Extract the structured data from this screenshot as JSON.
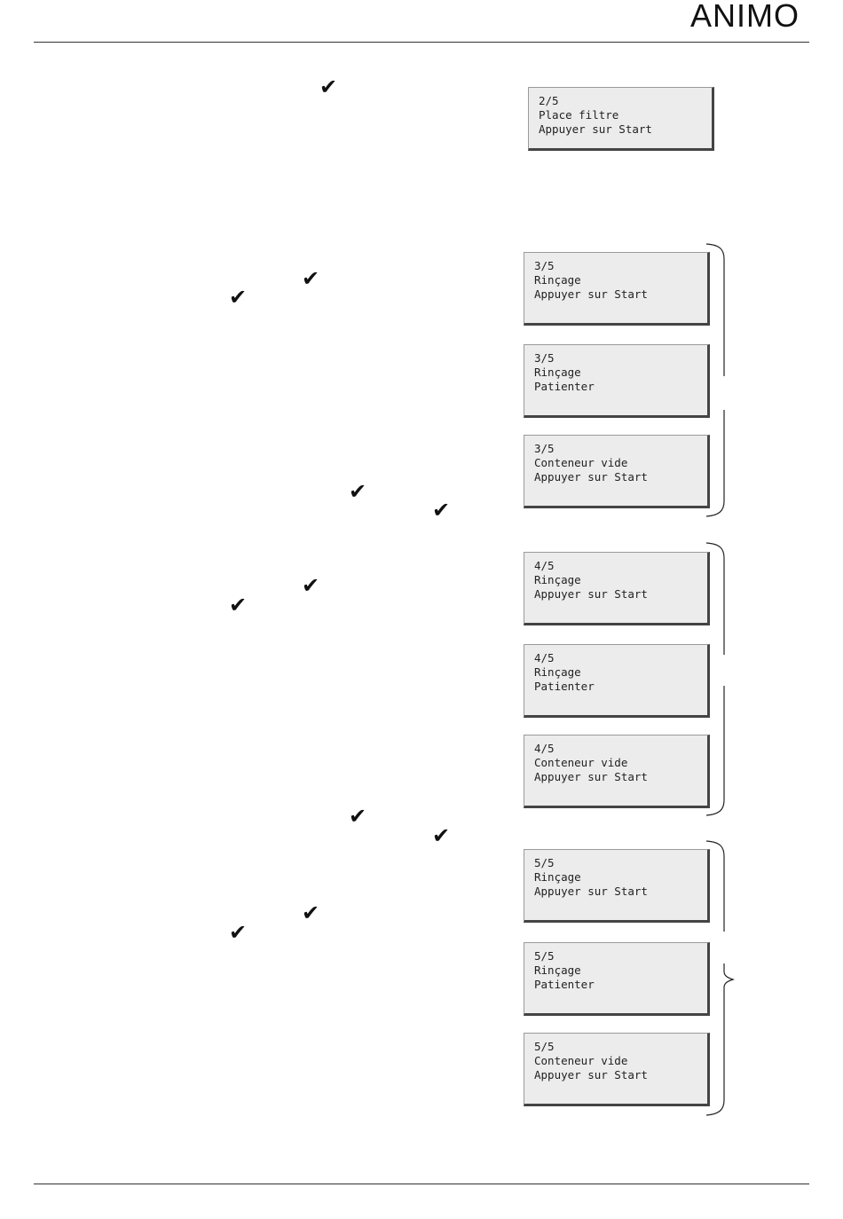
{
  "header": {
    "logo": "ANIMO"
  },
  "screens": [
    {
      "l1": "2/5",
      "l2": "Place filtre",
      "l3": "Appuyer sur Start"
    },
    {
      "l1": "3/5",
      "l2": "Rinçage",
      "l3": "Appuyer sur Start"
    },
    {
      "l1": "3/5",
      "l2": "Rinçage",
      "l3": "Patienter"
    },
    {
      "l1": "3/5",
      "l2": "Conteneur vide",
      "l3": "Appuyer sur Start"
    },
    {
      "l1": "4/5",
      "l2": "Rinçage",
      "l3": "Appuyer sur Start"
    },
    {
      "l1": "4/5",
      "l2": "Rinçage",
      "l3": "Patienter"
    },
    {
      "l1": "4/5",
      "l2": "Conteneur vide",
      "l3": "Appuyer sur Start"
    },
    {
      "l1": "5/5",
      "l2": "Rinçage",
      "l3": "Appuyer sur Start"
    },
    {
      "l1": "5/5",
      "l2": "Rinçage",
      "l3": "Patienter"
    },
    {
      "l1": "5/5",
      "l2": "Conteneur vide",
      "l3": "Appuyer sur Start"
    }
  ],
  "icons": {
    "check": "✔"
  }
}
